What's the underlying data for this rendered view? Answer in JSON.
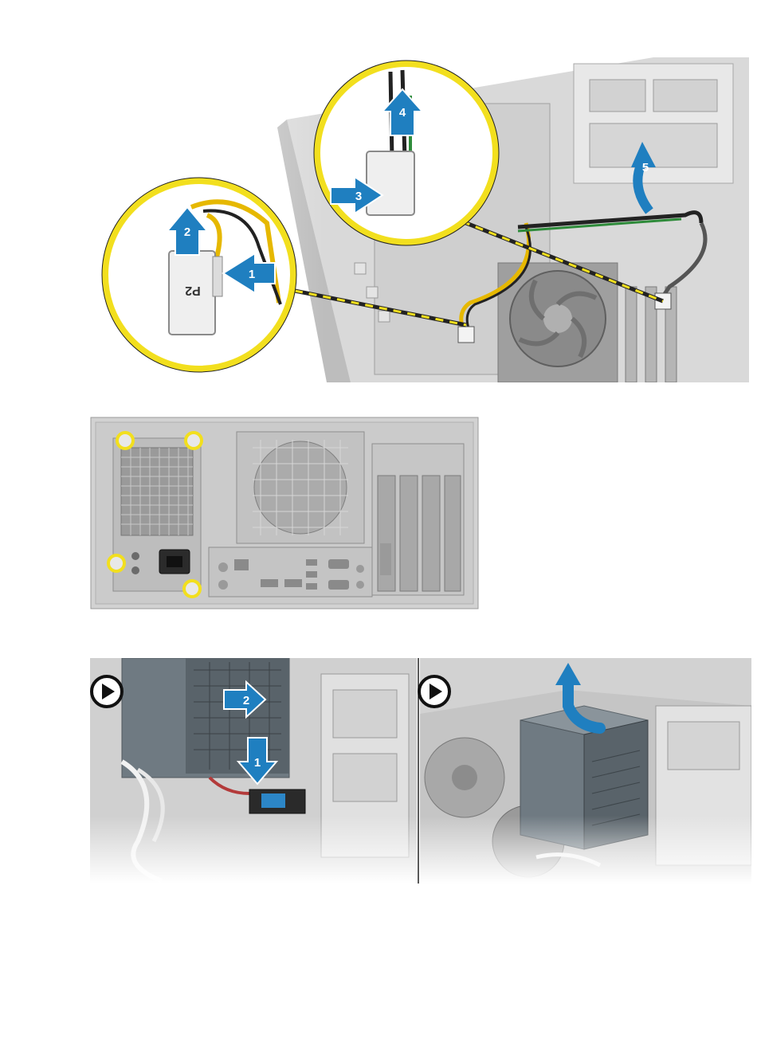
{
  "colors": {
    "callout_ring": "#f2df1e",
    "step_arrow": "#1f7fc0",
    "chassis_gray": "#c9c9c9",
    "cable_yellow": "#e6b800"
  },
  "figure1": {
    "connector_label": "P2",
    "steps": [
      "1",
      "2",
      "3",
      "4",
      "5"
    ]
  },
  "figure3": {
    "step_icon": "play-circle-icon",
    "left_panel": {
      "steps": [
        "1",
        "2"
      ]
    }
  }
}
